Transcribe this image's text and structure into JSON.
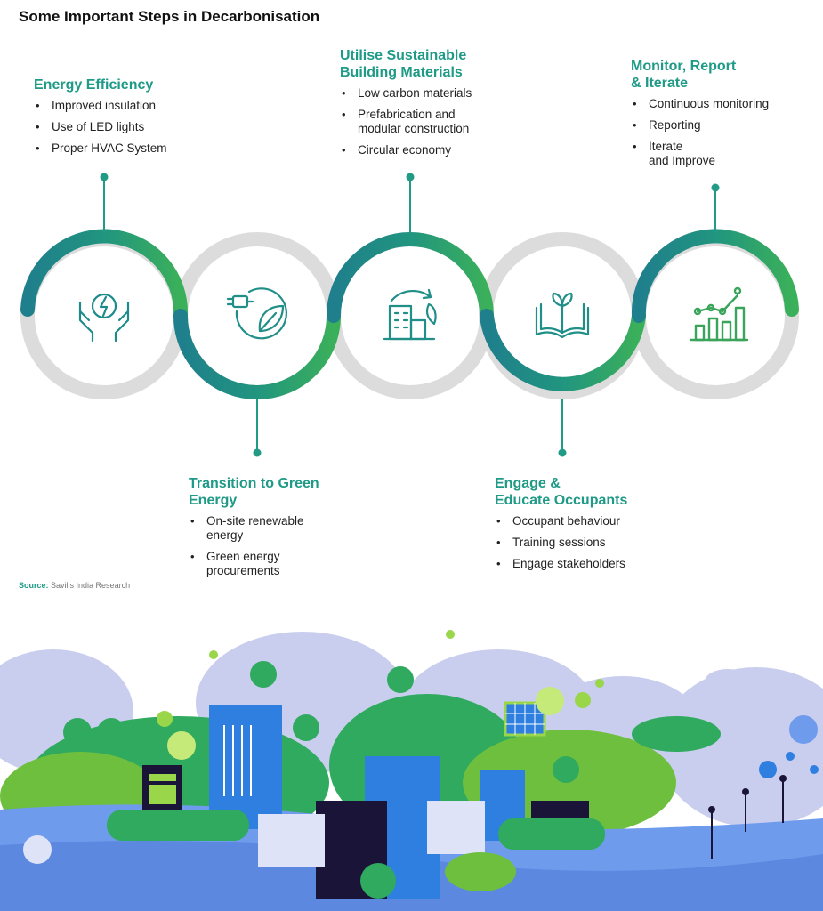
{
  "title": "Some Important Steps in Decarbonisation",
  "steps": [
    {
      "title": "Energy Efficiency",
      "bullets": [
        "Improved insulation",
        "Use of LED lights",
        "Proper HVAC System"
      ],
      "icon": "energy-hands-icon"
    },
    {
      "title": "Transition to Green\nEnergy",
      "bullets": [
        "On-site renewable\nenergy",
        "Green energy\nprocurements"
      ],
      "icon": "green-plug-leaf-icon"
    },
    {
      "title": "Utilise Sustainable\nBuilding Materials",
      "bullets": [
        "Low carbon materials",
        "Prefabrication and\nmodular construction",
        "Circular economy"
      ],
      "icon": "sustainable-building-icon"
    },
    {
      "title": "Engage &\nEducate Occupants",
      "bullets": [
        "Occupant behaviour",
        "Training sessions",
        "Engage stakeholders"
      ],
      "icon": "book-sprout-icon"
    },
    {
      "title": "Monitor, Report\n& Iterate",
      "bullets": [
        "Continuous monitoring",
        "Reporting",
        "Iterate\nand Improve"
      ],
      "icon": "growth-chart-icon"
    }
  ],
  "source": {
    "label": "Source:",
    "text": "Savills India Research"
  },
  "colors": {
    "teal_dark": "#1f7f8c",
    "teal": "#219a86",
    "green": "#3bb05a",
    "gray_ring": "#d9d9d9",
    "title_green": "#1e9a86"
  }
}
